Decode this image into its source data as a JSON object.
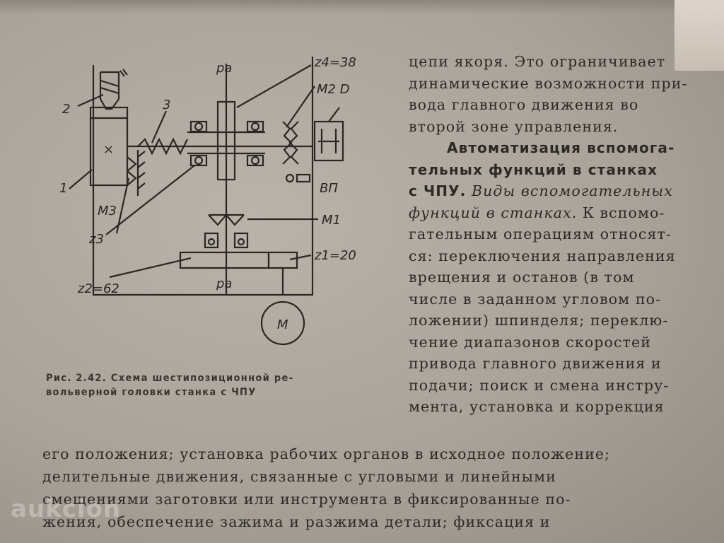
{
  "figure": {
    "labels": {
      "z4": "z4=38",
      "m2d": "M2 D",
      "two": "2",
      "three": "3",
      "one": "1",
      "x": "×",
      "m3": "M3",
      "z3": "z3",
      "vp": "ВП",
      "m1": "M1",
      "z1": "z1=20",
      "z2": "z2=62",
      "motor": "M",
      "pa_top": "pa",
      "pa_bottom": "pa"
    }
  },
  "caption": {
    "line1": "Рис. 2.42. Схема шестипозиционной ре-",
    "line2": "вольверной головки станка с ЧПУ"
  },
  "column_lines": [
    {
      "text": "цепи якоря. Это ограничивает",
      "style": ""
    },
    {
      "text": "динамические возможности при-",
      "style": ""
    },
    {
      "text": "вода главного движения во",
      "style": ""
    },
    {
      "text": "второй зоне управления.",
      "style": ""
    },
    {
      "text": "Автоматизация вспомога-",
      "style": "bold"
    },
    {
      "text": "тельных функций в станках",
      "style": "bold"
    }
  ],
  "mixed_line": {
    "bold_part": "с ЧПУ.",
    "italic_part": " Виды вспомогательных"
  },
  "mixed_line2": {
    "italic_part": "функций в станках.",
    "normal_part": " К вспомо-"
  },
  "column_lines2": [
    "гательным операциям относят-",
    "ся: переключения направления",
    "врещения и останов (в том",
    "числе в заданном угловом по-",
    "ложении) шпинделя; переклю-",
    "чение диапазонов скоростей",
    "привода главного движения и",
    "подачи; поиск и смена инстру-",
    "мента, установка и коррекция"
  ],
  "full_lines": [
    "его положения; установка рабочих органов в исходное положение;",
    "делительные движения, связанные с угловыми и линейными",
    "смещениями заготовки или инструмента в фиксированные по-",
    "жения, обеспечение зажима и разжима детали; фиксация и"
  ],
  "watermark": "aukcion"
}
